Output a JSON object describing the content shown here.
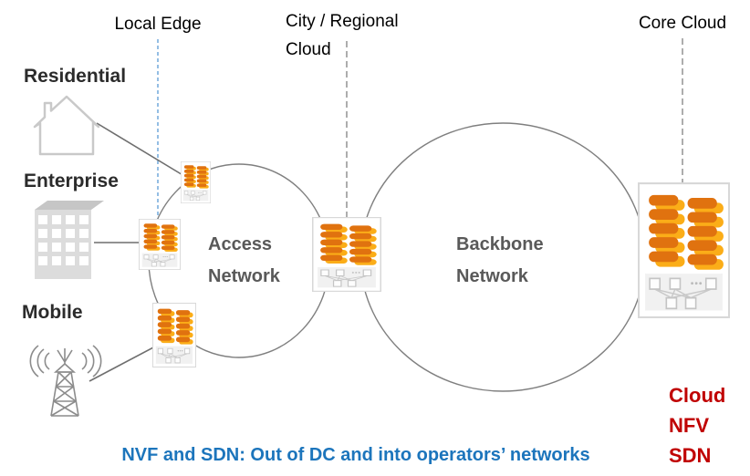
{
  "header_labels": {
    "local_edge": "Local Edge",
    "city_regional_line1": "City / Regional",
    "city_regional_line2": "Cloud",
    "core_cloud": "Core Cloud"
  },
  "access_sources": {
    "residential": "Residential",
    "enterprise": "Enterprise",
    "mobile": "Mobile"
  },
  "networks": {
    "access_line1": "Access",
    "access_line2": "Network",
    "backbone_line1": "Backbone",
    "backbone_line2": "Network"
  },
  "tech_terms": {
    "term1": "Cloud",
    "term2": "NFV",
    "term3": "SDN"
  },
  "caption": "NVF and SDN: Out of DC and into operators’ networks",
  "icon_names": {
    "house": "house-icon",
    "building": "office-building-icon",
    "tower": "cell-tower-icon",
    "datacenter": "server-rack-icon"
  },
  "colors": {
    "caption_blue": "#1c75bc",
    "terms_red": "#c00000",
    "server_orange": "#e0720f",
    "server_gold": "#fbad18",
    "dashed_blue": "#5b9bd5",
    "dashed_gray": "#8a8a8a",
    "network_text_gray": "#595959"
  }
}
